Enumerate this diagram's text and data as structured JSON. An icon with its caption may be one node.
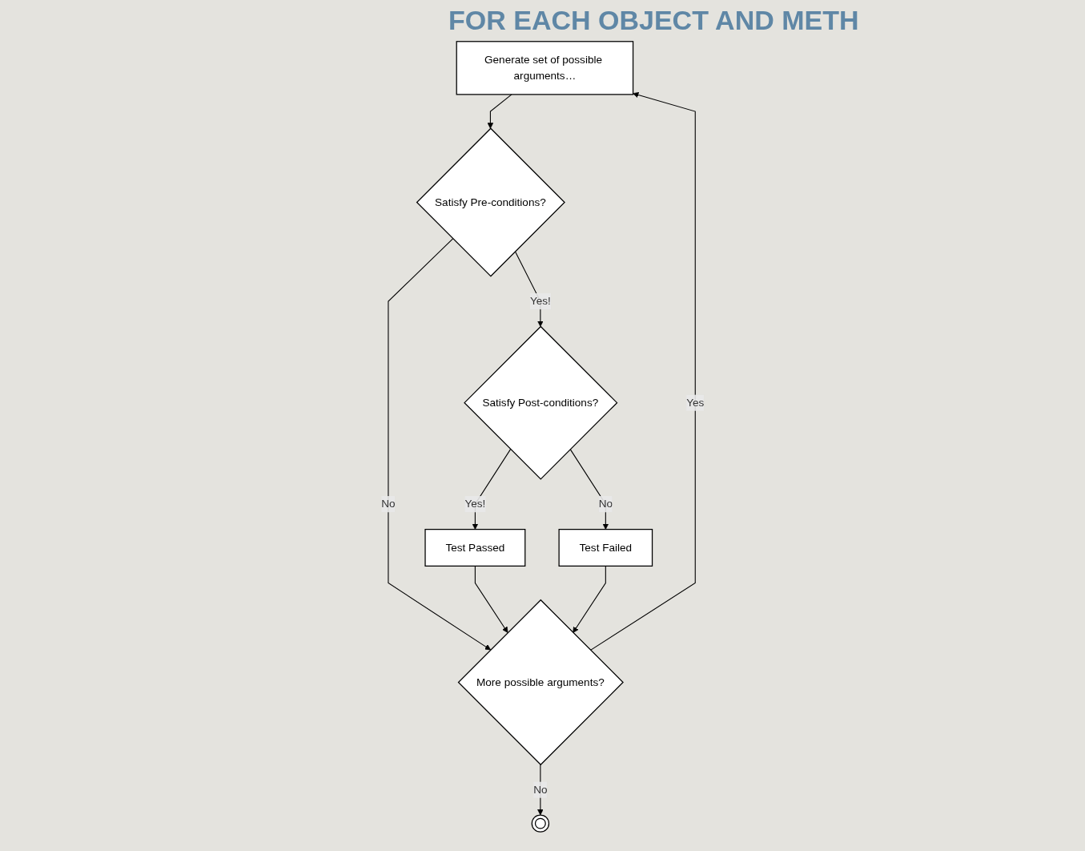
{
  "diagram": {
    "title": "FOR EACH OBJECT AND METH",
    "nodes": [
      {
        "text": [
          "Generate set of possible arguments…"
        ]
      },
      {
        "text": [
          "Satisfy Pre-conditions?"
        ]
      },
      {
        "text": [
          "Satisfy Post-conditions?"
        ]
      },
      {
        "text": [
          "Test Passed"
        ]
      },
      {
        "text": [
          "Test Failed"
        ]
      },
      {
        "text": [
          "More possible arguments?"
        ]
      },
      {
        "text": [],
        "shape": "circle"
      }
    ],
    "edges": [
      {
        "from": 0,
        "to": 1,
        "arrow": "to"
      },
      {
        "from": 1,
        "to": 2,
        "arrow": "to",
        "label": "Yes!"
      },
      {
        "from": 1,
        "to": 5,
        "arrow": "to",
        "label": "No"
      },
      {
        "from": 2,
        "to": 3,
        "arrow": "to",
        "label": "Yes!"
      },
      {
        "from": 2,
        "to": 4,
        "arrow": "to",
        "label": "No"
      },
      {
        "from": 3,
        "to": 5,
        "arrow": "to"
      },
      {
        "from": 4,
        "to": 5,
        "arrow": "to"
      },
      {
        "from": 5,
        "to": 0,
        "arrow": "to",
        "label": "Yes"
      },
      {
        "from": 5,
        "to": 6,
        "arrow": "to",
        "label": "No"
      }
    ]
  }
}
